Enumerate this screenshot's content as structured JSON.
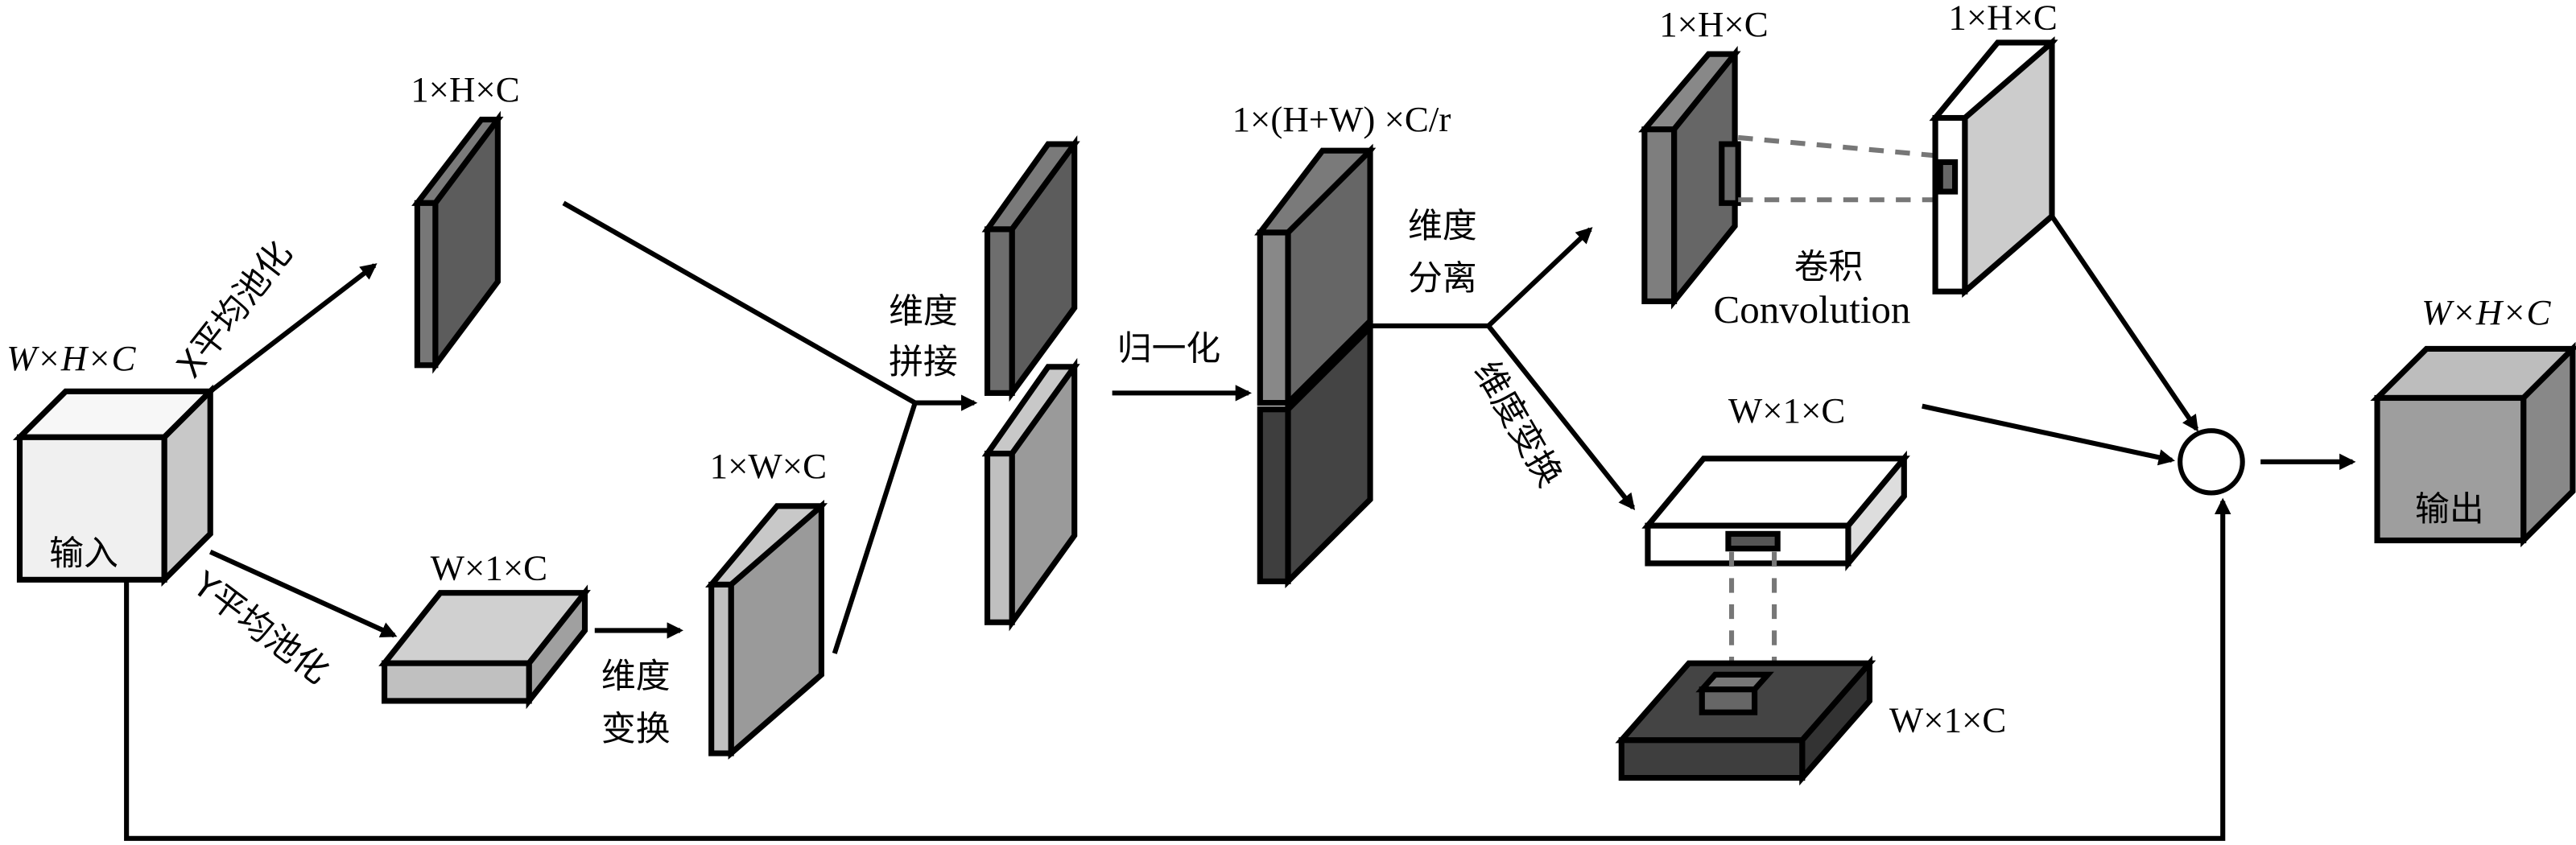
{
  "title": "Coordinate attention module diagram",
  "colors": {
    "input_front": "#f0f0f0",
    "input_side": "#c8c8c8",
    "dark_front": "#5c5c5c",
    "dark_side": "#7a7a7a",
    "mid_front": "#9a9a9a",
    "mid_side": "#c0c0c0",
    "darkest": "#3e3e3e",
    "light_face": "#cccccc",
    "white": "#ffffff",
    "output_front": "#9e9e9e",
    "dash": "#777777"
  },
  "nodes": {
    "input": {
      "dims": "W×H×C",
      "label": "输入"
    },
    "x_pool_out": {
      "dims": "1×H×C"
    },
    "y_pool_out": {
      "dims": "W×1×C"
    },
    "transposed": {
      "dims": "1×W×C"
    },
    "concat_out": {
      "label_line1": "维度",
      "label_line2": "拼接"
    },
    "normalized": {
      "dims": "1×(H+W) ×C/r"
    },
    "split_h_in": {
      "dims": "1×H×C"
    },
    "split_h_out": {
      "dims": "1×H×C"
    },
    "split_w_top": {
      "dims": "W×1×C"
    },
    "split_w_bottom": {
      "dims": "W×1×C"
    },
    "combine": {
      "label": ""
    },
    "output": {
      "dims": "W×H×C",
      "label": "输出"
    }
  },
  "edges": {
    "x_pool": "X平均池化",
    "y_pool": "Y平均池化",
    "transform1_line1": "维度",
    "transform1_line2": "变换",
    "normalize": "归一化",
    "split_line1": "维度",
    "split_line2": "分离",
    "transform2": "维度变换",
    "conv_cn": "卷积",
    "conv_en": "Convolution"
  }
}
